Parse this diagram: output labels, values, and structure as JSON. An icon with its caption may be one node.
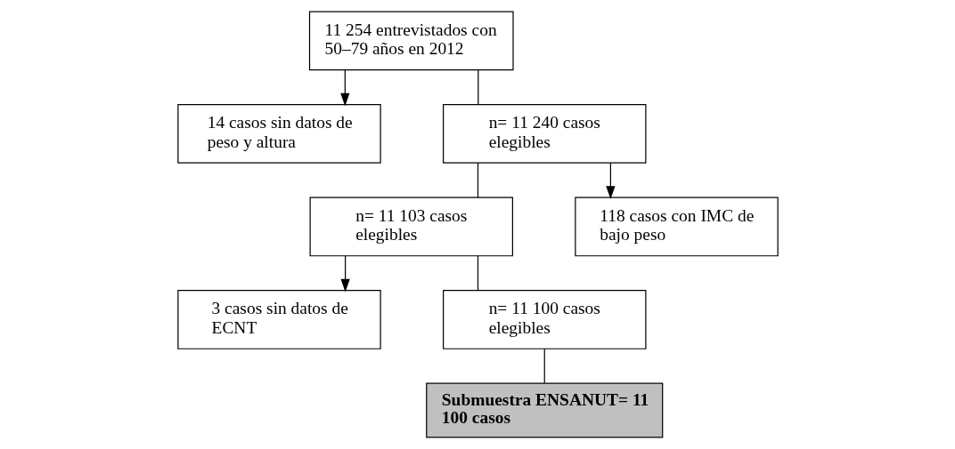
{
  "diagram": {
    "nodes": [
      {
        "text": [
          "11 254 entrevistados con 50–79 años en 2012"
        ]
      },
      {
        "text": [
          "14 casos sin datos de peso y altura"
        ]
      },
      {
        "text": [
          "n= 11 240 casos elegibles"
        ]
      },
      {
        "text": [
          "n= 11 103 casos elegibles"
        ]
      },
      {
        "text": [
          "118 casos con IMC de bajo peso"
        ]
      },
      {
        "text": [
          "3 casos sin datos de ECNT"
        ]
      },
      {
        "text": [
          "n= 11 100 casos elegibles"
        ]
      },
      {
        "text": [
          "Submuestra ENSANUT= 11 100 casos"
        ]
      }
    ],
    "edges": [
      {
        "from": 0,
        "to": 1,
        "arrow": "to"
      },
      {
        "from": 0,
        "to": 2,
        "arrow": "none"
      },
      {
        "from": 2,
        "to": 4,
        "arrow": "to"
      },
      {
        "from": 2,
        "to": 3,
        "arrow": "none"
      },
      {
        "from": 3,
        "to": 5,
        "arrow": "to"
      },
      {
        "from": 3,
        "to": 6,
        "arrow": "none"
      },
      {
        "from": 6,
        "to": 7,
        "arrow": "none"
      }
    ]
  }
}
